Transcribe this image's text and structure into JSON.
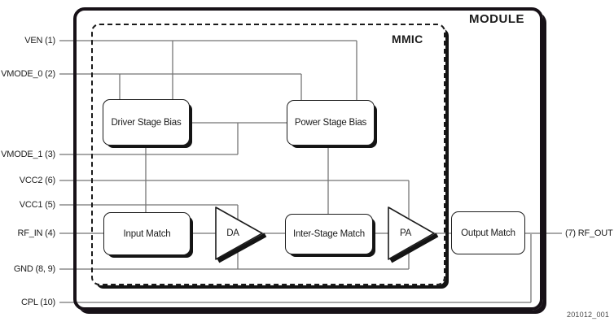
{
  "module_label": "MODULE",
  "mmic_label": "MMIC",
  "figure_id": "201012_001",
  "pins_left": [
    "VEN (1)",
    "VMODE_0 (2)",
    "VMODE_1 (3)",
    "VCC2 (6)",
    "VCC1 (5)",
    "RF_IN (4)",
    "GND (8, 9)",
    "CPL (10)"
  ],
  "pin_right": "(7) RF_OUT",
  "blocks": {
    "driver_bias": "Driver Stage Bias",
    "power_bias": "Power Stage Bias",
    "input_match": "Input Match",
    "driver_amp": "DA",
    "inter_stage_match": "Inter-Stage Match",
    "power_amp": "PA",
    "output_match": "Output Match"
  },
  "colors": {
    "ink": "#1a1a1a",
    "trace": "#757575"
  }
}
